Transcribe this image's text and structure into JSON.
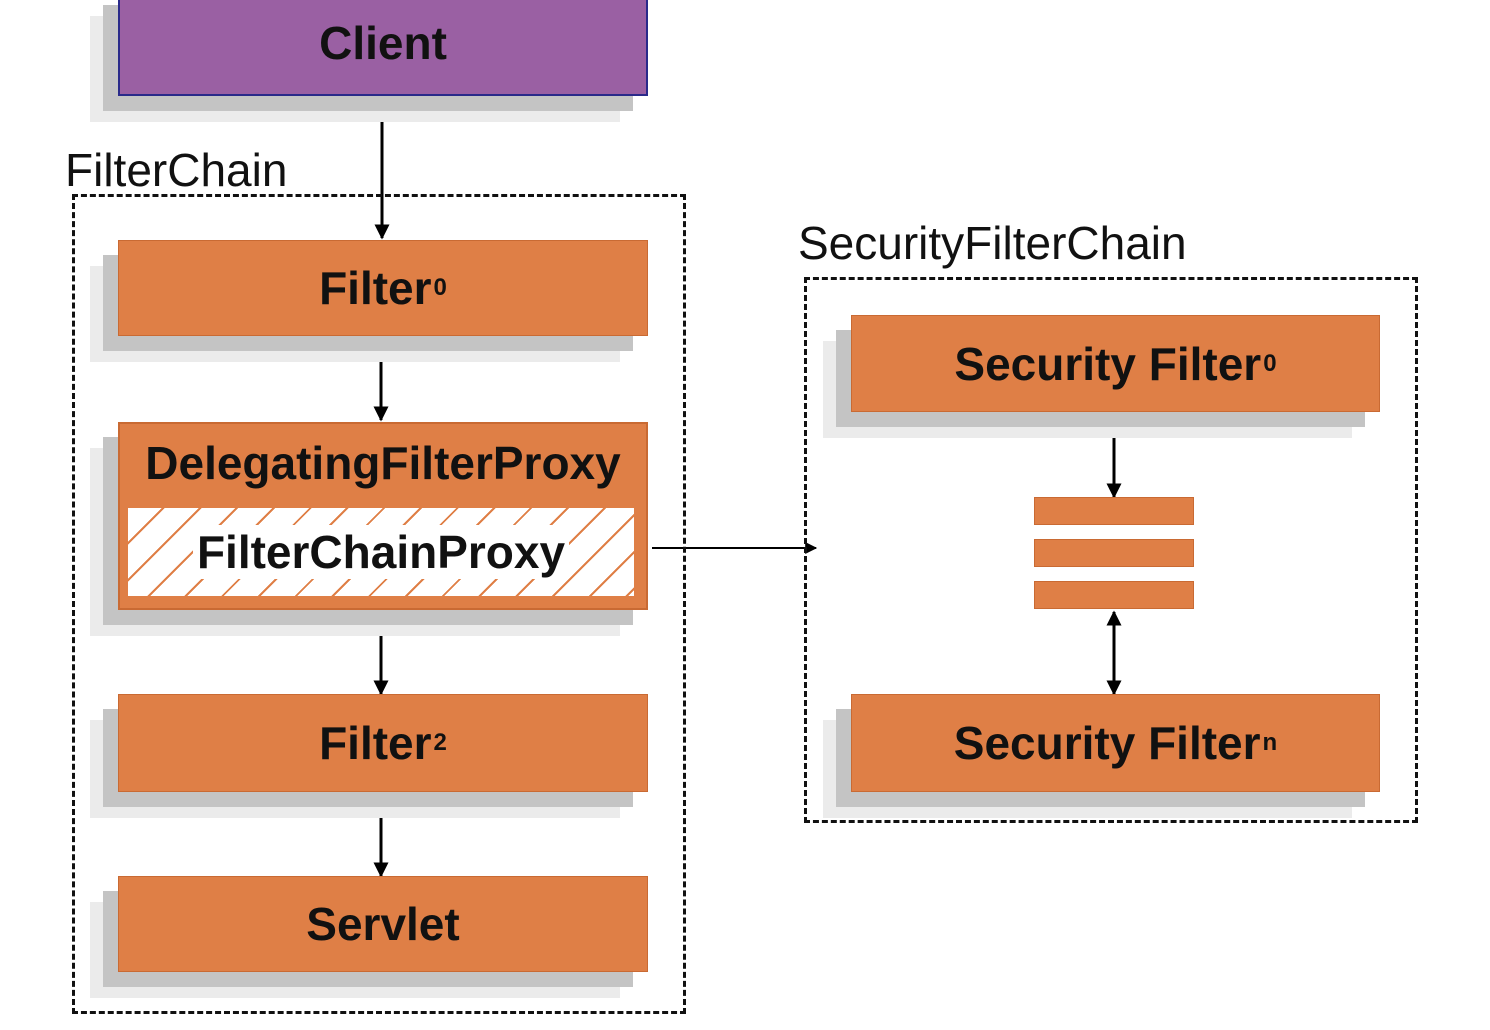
{
  "client": {
    "label": "Client"
  },
  "filter_chain": {
    "title": "FilterChain",
    "filter0": {
      "label": "Filter",
      "sub": "0"
    },
    "delegating_proxy": {
      "label": "DelegatingFilterProxy"
    },
    "filter_chain_proxy": {
      "label": "FilterChainProxy"
    },
    "filter2": {
      "label": "Filter",
      "sub": "2"
    },
    "servlet": {
      "label": "Servlet"
    }
  },
  "security_filter_chain": {
    "title": "SecurityFilterChain",
    "security_filter0": {
      "label": "Security Filter",
      "sub": "0"
    },
    "security_filtern": {
      "label": "Security Filter",
      "sub": "n"
    }
  },
  "colors": {
    "filter_orange": "#df7f46",
    "client_purple": "#9a60a3",
    "client_border": "#2a2a8a",
    "shadow": "#c4c4c4"
  }
}
